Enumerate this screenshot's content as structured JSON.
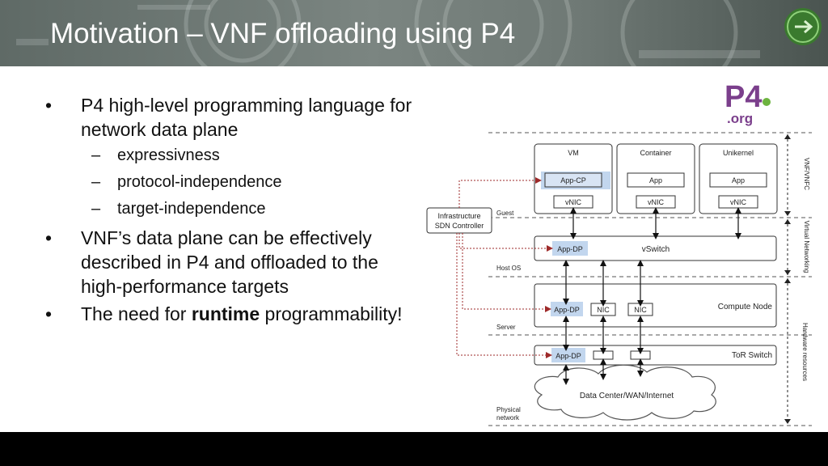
{
  "slide": {
    "title": "Motivation – VNF offloading using P4",
    "bullets": [
      {
        "text": "P4 high-level programming language for network data plane",
        "line1": "P4 high-level programming language for",
        "line2": "network data plane",
        "sub": [
          "expressivness",
          "protocol-independence",
          "target-independence"
        ]
      },
      {
        "line1": "VNF’s data plane can be effectively",
        "line2": "described in P4 and offloaded to the",
        "line3": "high-performance targets"
      },
      {
        "pre": "The need for ",
        "bold": "runtime",
        "post": " programmability!"
      }
    ],
    "bullet_glyph": "•",
    "sub_glyph": "–"
  },
  "logo": {
    "main": "P4",
    "sub": ".org"
  },
  "diagram": {
    "boxes": {
      "vm": "VM",
      "container": "Container",
      "unikernel": "Unikernel"
    },
    "app_cp": "App-CP",
    "app": "App",
    "vnic": "vNIC",
    "controller_line1": "Infrastructure",
    "controller_line2": "SDN Controller",
    "app_dp": "App-DP",
    "vswitch": "vSwitch",
    "nic": "NIC",
    "compute_node": "Compute Node",
    "tor_switch": "ToR Switch",
    "cloud": "Data Center/WAN/Internet",
    "layers": {
      "guest": "Guest",
      "host_os": "Host OS",
      "server": "Server",
      "physical1": "Physical",
      "physical2": "network"
    },
    "side": {
      "vnf": "VNF/VNFC",
      "virtual": "Virtual Networking",
      "hardware": "Hardware resources"
    }
  },
  "colors": {
    "accent": "#c2d6ee",
    "logo_purple": "#7b3f8c",
    "logo_green": "#6db33f",
    "controller_line": "#9e2a2a"
  }
}
